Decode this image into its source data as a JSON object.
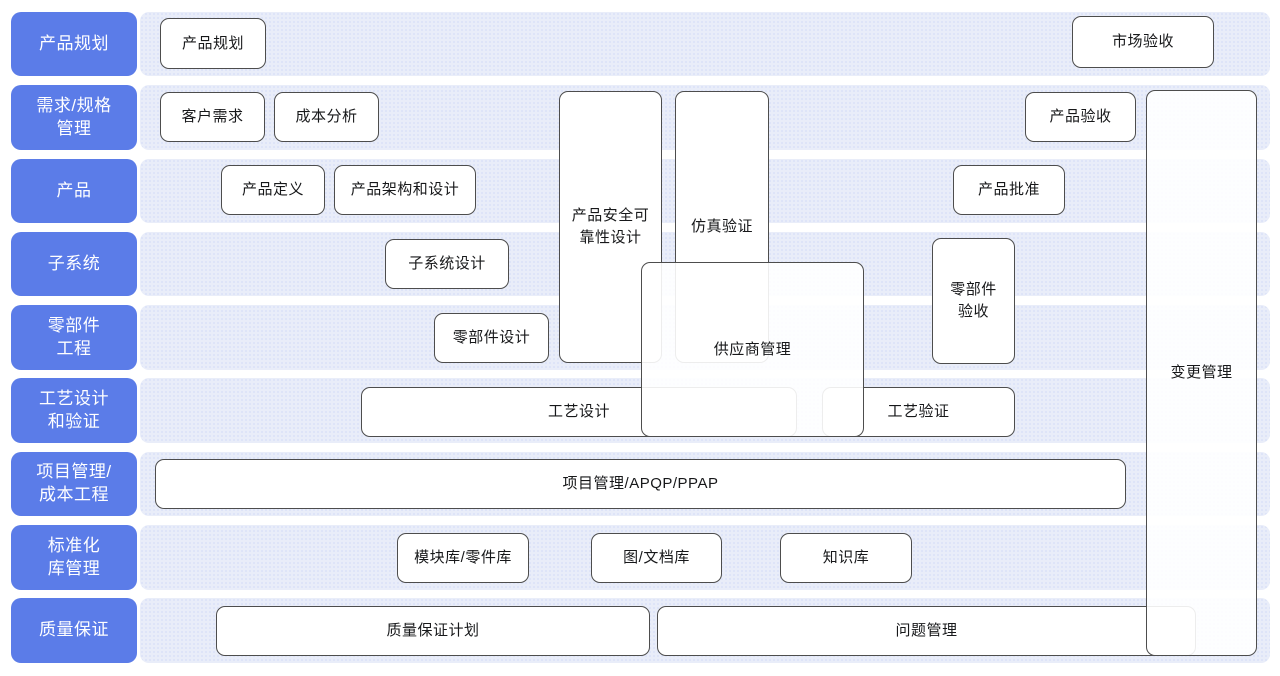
{
  "diagram": {
    "colors": {
      "row_label_bg": "#5b7ce8",
      "band_bg": "#e9edf9",
      "node_border": "#4d4d4d",
      "node_bg": "#ffffff"
    },
    "rows": [
      {
        "label": "产品规划"
      },
      {
        "label": "需求/规格\n管理"
      },
      {
        "label": "产品"
      },
      {
        "label": "子系统"
      },
      {
        "label": "零部件\n工程"
      },
      {
        "label": "工艺设计\n和验证"
      },
      {
        "label": "项目管理/\n成本工程"
      },
      {
        "label": "标准化\n库管理"
      },
      {
        "label": "质量保证"
      }
    ],
    "boxes": {
      "product_planning": "产品规划",
      "market_acceptance": "市场验收",
      "customer_requirements": "客户需求",
      "cost_analysis": "成本分析",
      "product_acceptance": "产品验收",
      "product_definition": "产品定义",
      "product_architecture_design": "产品架构和设计",
      "product_approval": "产品批准",
      "subsystem_design": "子系统设计",
      "parts_design": "零部件设计",
      "product_safety_reliability_design": "产品安全可\n靠性设计",
      "simulation_verification": "仿真验证",
      "parts_acceptance": "零部件\n验收",
      "supplier_management": "供应商管理",
      "change_management": "变更管理",
      "process_design": "工艺设计",
      "process_verification": "工艺验证",
      "project_management_apqp_ppap": "项目管理/APQP/PPAP",
      "module_library_parts_library": "模块库/零件库",
      "drawing_document_library": "图/文档库",
      "knowledge_base": "知识库",
      "quality_assurance_plan": "质量保证计划",
      "issue_management": "问题管理"
    }
  }
}
